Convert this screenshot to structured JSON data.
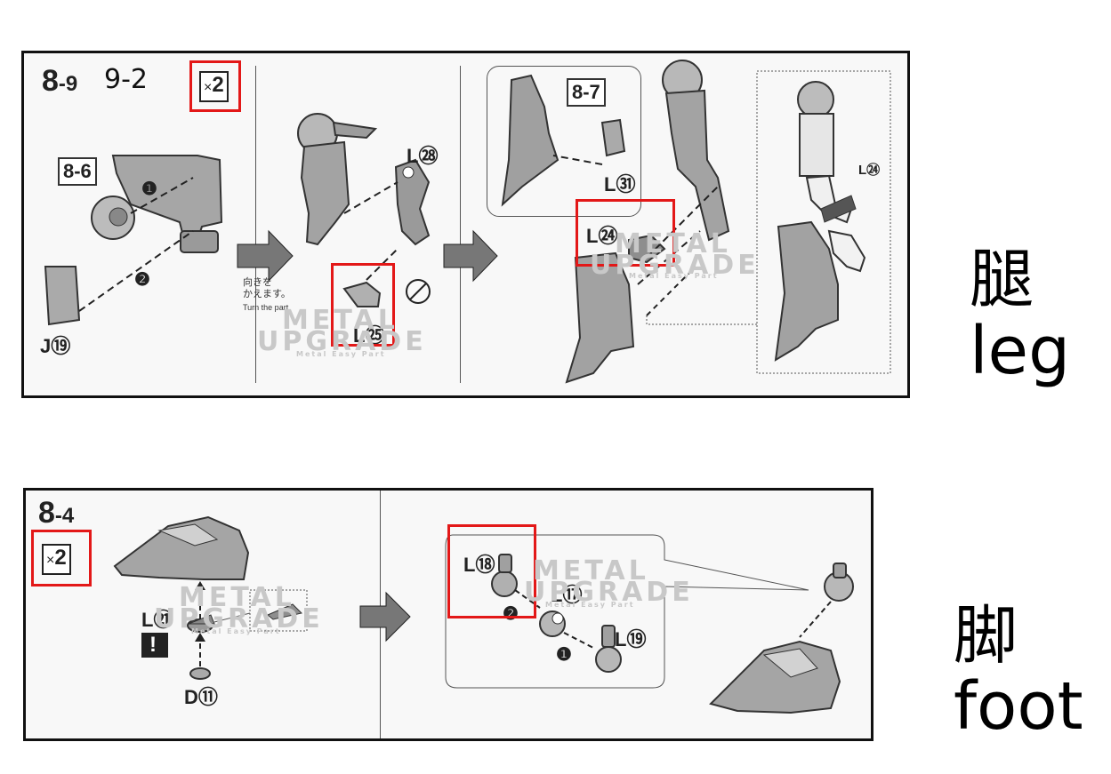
{
  "leg": {
    "step_main": "8",
    "step_sub": "-9",
    "handwritten": "9-2",
    "multiplier": "2",
    "multiplier_sign": "×",
    "ref_6": "8-6",
    "ref_7": "8-7",
    "parts": {
      "j19": "J⑲",
      "l28": "L㉘",
      "l25": "L㉕",
      "l31": "L㉛",
      "l24_a": "L㉔",
      "l24_b": "L㉔"
    },
    "step_marks": [
      "❶",
      "❷"
    ],
    "note_jp": "向きを\nかえます。",
    "note_en": "Turn the part.",
    "watermark_1": "METAL",
    "watermark_2": "UPGRADE",
    "watermark_3": "Metal Easy Part",
    "side_cjk": "腿",
    "side_en": "leg"
  },
  "foot": {
    "step_main": "8",
    "step_sub": "-4",
    "multiplier": "2",
    "multiplier_sign": "×",
    "parts": {
      "l21": "L㉑",
      "d11": "D⑪",
      "l18": "L⑱",
      "l17": "L⑰",
      "l19": "L⑲"
    },
    "warning": "!",
    "step_marks": [
      "❷",
      "❶"
    ],
    "watermark_1": "METAL",
    "watermark_2": "UPGRADE",
    "watermark_3": "Metal Easy Part",
    "side_cjk": "脚",
    "side_en": "foot"
  },
  "colors": {
    "highlight": "#e31818",
    "part_gray": "#9a9a9a",
    "frame": "#111111"
  }
}
